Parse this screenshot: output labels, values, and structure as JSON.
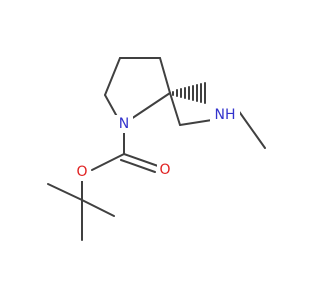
{
  "molecule": {
    "atoms": {
      "nitrogen_ring": "N",
      "amine_n": "NH",
      "carbonyl_o": "O",
      "ester_o": "O"
    },
    "colors": {
      "bond": "#404040",
      "nitrogen": "#3333cc",
      "oxygen": "#e02020"
    }
  }
}
